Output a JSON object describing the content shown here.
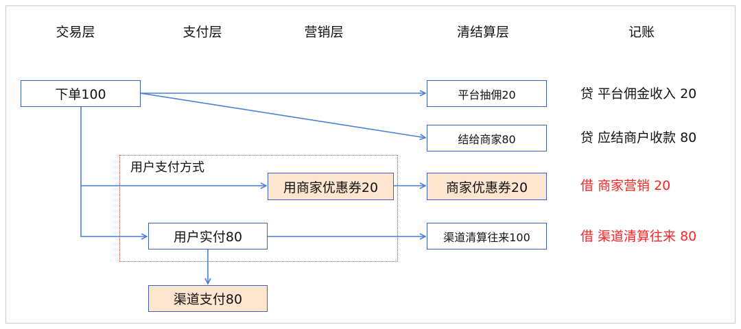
{
  "columns": [
    "交易层",
    "支付层",
    "营销层",
    "清结算层",
    "记账"
  ],
  "nodes": {
    "order": "下单100",
    "platform_commission": "平台抽佣20",
    "settle_merchant": "结给商家80",
    "use_merchant_coupon": "用商家优惠券20",
    "merchant_coupon": "商家优惠券20",
    "user_paid": "用户实付80",
    "channel_clearing": "渠道清算往来100",
    "channel_payment": "渠道支付80"
  },
  "group": {
    "label": "用户支付方式"
  },
  "entries": [
    {
      "text": "贷 平台佣金收入 20",
      "color": "#111111"
    },
    {
      "text": "贷 应结商户收款 80",
      "color": "#111111"
    },
    {
      "text": "借 商家营销 20",
      "color": "#ff2323"
    },
    {
      "text": "借 渠道清算往来 80",
      "color": "#ff2323"
    }
  ],
  "colors": {
    "box_border": "#3a63b8",
    "arrow": "#4a7fd6",
    "highlight_fill": "#fde5cf",
    "group_border": "#e53935",
    "debit_text": "#ff2323"
  }
}
